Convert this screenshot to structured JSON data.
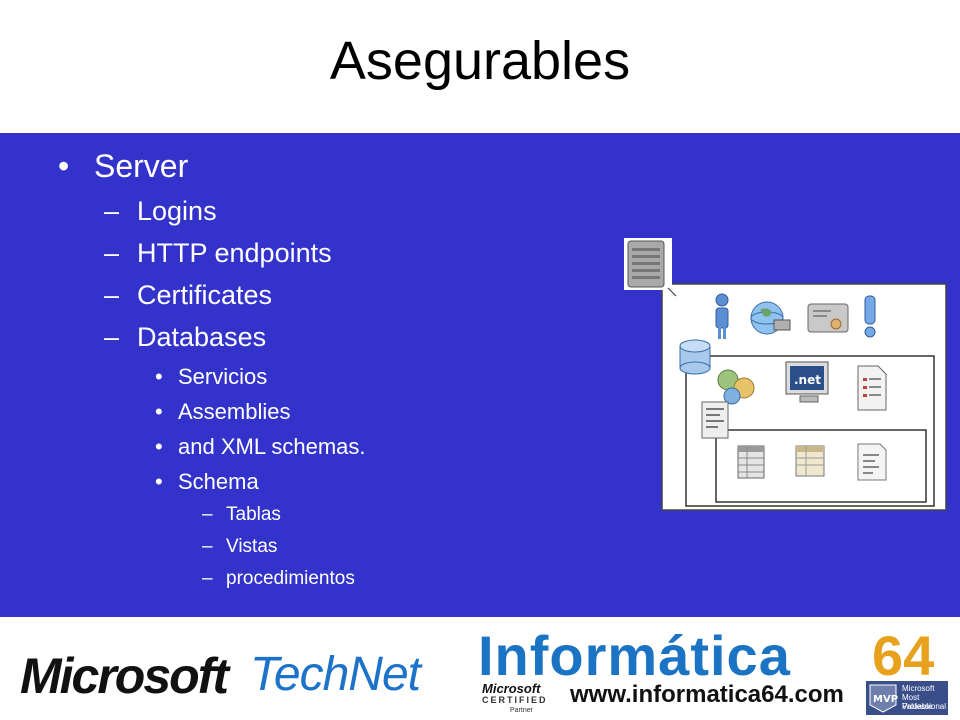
{
  "slide": {
    "title": "Asegurables",
    "bullet_char": "•",
    "dash_char": "–",
    "items": {
      "server": "Server",
      "logins": "Logins",
      "http_endpoints": "HTTP endpoints",
      "certificates": "Certificates",
      "databases": "Databases",
      "servicios": "Servicios",
      "assemblies": "Assemblies",
      "xml_schemas": "and XML schemas.",
      "schema": "Schema",
      "tablas": "Tablas",
      "vistas": "Vistas",
      "procedimientos": "procedimientos"
    },
    "diagram": {
      "net_label": ".net"
    },
    "colors": {
      "panel": "#3333cc",
      "accent_blue": "#1a73c3",
      "accent_orange": "#e8a11c"
    }
  },
  "footer": {
    "microsoft": "Microsoft",
    "technet": "TechNet",
    "informatica": "Informática",
    "informatica_num": "64",
    "url": "www.informatica64.com",
    "mscert": {
      "line1": "Microsoft",
      "line2": "CERTIFIED",
      "line3": "Partner"
    },
    "mvp": {
      "badge": "MVP",
      "line1": "Microsoft",
      "line2": "Most Valuable",
      "line3": "Professional"
    }
  }
}
